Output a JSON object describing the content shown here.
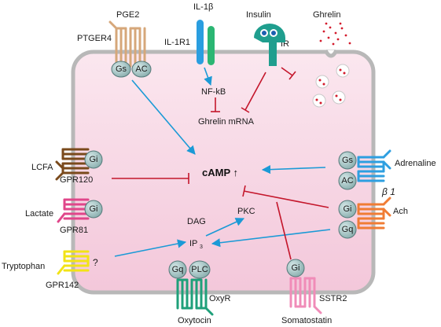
{
  "labels": {
    "pge2": "PGE2",
    "ptger4": "PTGER4",
    "il1b": "IL-1β",
    "il1r1": "IL-1R1",
    "insulin": "Insulin",
    "ir": "IR",
    "ghrelin": "Ghrelin",
    "nfkb": "NF-kB",
    "ghrelin_mrna": "Ghrelin mRNA",
    "camp": "cAMP ↑",
    "lcfa": "LCFA",
    "gpr120": "GPR120",
    "lactate": "Lactate",
    "gpr81": "GPR81",
    "tryptophan": "Tryptophan",
    "question": "?",
    "gpr142": "GPR142",
    "dag": "DAG",
    "pkc": "PKC",
    "ip3_main": "IP",
    "ip3_sub": "3",
    "adrenaline": "Adrenaline",
    "beta1": "β 1",
    "ach": "Ach",
    "oxyr": "OxyR",
    "oxytocin": "Oxytocin",
    "sstr2": "SSTR2",
    "somatostatin": "Somatostatin"
  },
  "gproteins": {
    "gs_top": "Gs",
    "ac_top": "AC",
    "gi_gpr120": "Gi",
    "gi_gpr81": "Gi",
    "gs_right": "Gs",
    "ac_right": "AC",
    "gi_right": "Gi",
    "gq_right": "Gq",
    "gq_bottom": "Gq",
    "plc_bottom": "PLC",
    "gi_bottom": "Gi"
  },
  "colors": {
    "activation_arrow": "#1b9ad6",
    "inhibition_line": "#c4162b",
    "cell_fill": "#f7d3e3",
    "cell_border": "#b0b0b0",
    "ptger4": "#d6a77a",
    "il1r1_a": "#2a9ee0",
    "il1r1_b": "#2bb673",
    "insulin_receptor": "#1f9e8e",
    "gpr120": "#7a4a1c",
    "gpr81": "#e0468a",
    "gpr142": "#f2e316",
    "adrenergic": "#2e9fe0",
    "muscarinic": "#f07c34",
    "oxytocin_receptor": "#1fa07a",
    "sstr2": "#f08cb8",
    "g_protein": "#9fbfbf"
  }
}
